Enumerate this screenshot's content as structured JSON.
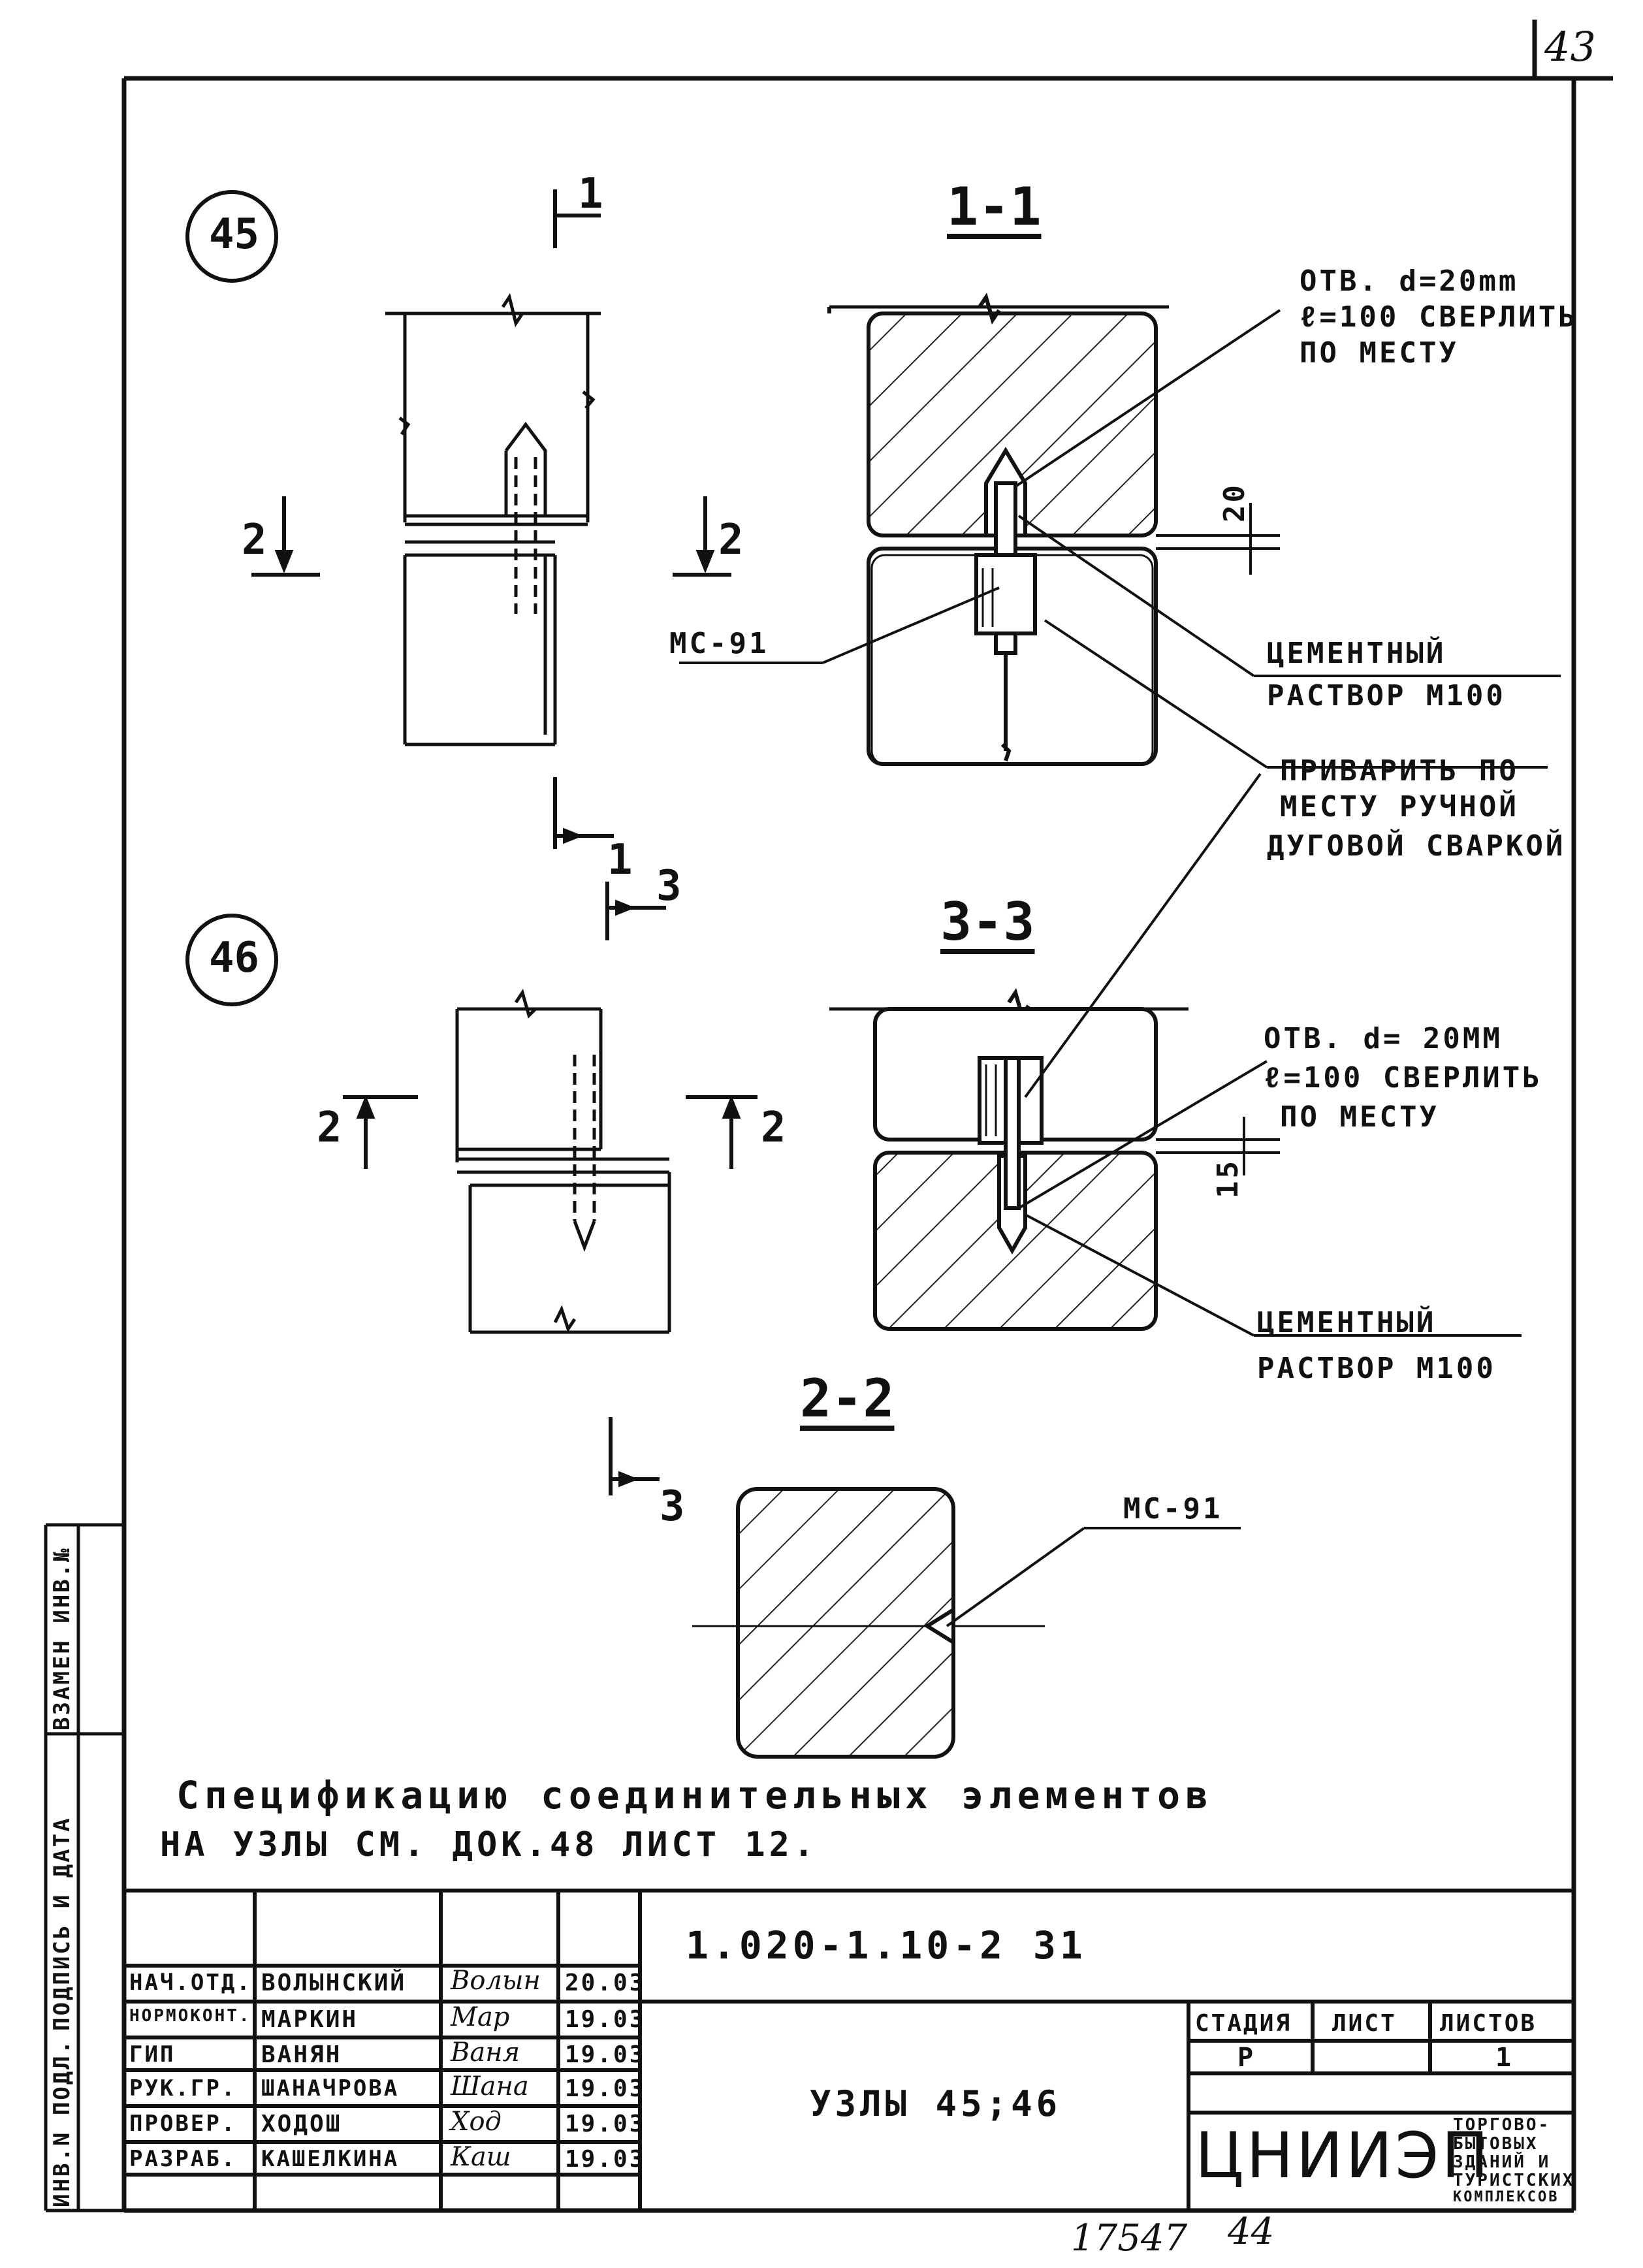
{
  "sheet": {
    "page_number": "43",
    "bottom_numbers": [
      "17547",
      "44"
    ]
  },
  "nodes": {
    "node45": "45",
    "node46": "46"
  },
  "cuts": {
    "c1_top": "1",
    "c1_bottom": "1",
    "c2_left_45": "2",
    "c2_right_45": "2",
    "c2_left_46": "2",
    "c2_right_46": "2",
    "c3_top": "3",
    "c3_bottom": "3"
  },
  "sections": {
    "s11": "1-1",
    "s33": "3-3",
    "s22": "2-2"
  },
  "annotations": {
    "hole1_l1": "ОТВ. d=20mm",
    "hole1_l2": "ℓ=100 СВЕРЛИТЬ",
    "hole1_l3": "ПО МЕСТУ",
    "dim20": "20",
    "mc91_a": "МС-91",
    "cement1_l1": "ЦЕМЕНТНЫЙ",
    "cement1_l2": "РАСТВОР М100",
    "weld_l1": "ПРИВАРИТЬ ПО",
    "weld_l2": "МЕСТУ РУЧНОЙ",
    "weld_l3": "ДУГОВОЙ СВАРКОЙ",
    "hole2_l1": "ОТВ. d= 20ММ",
    "hole2_l2": "ℓ=100 СВЕРЛИТЬ",
    "hole2_l3": "ПО МЕСТУ",
    "dim15": "15",
    "cement2_l1": "ЦЕМЕНТНЫЙ",
    "cement2_l2": "РАСТВОР М100",
    "mc91_b": "МС-91"
  },
  "spec_note": {
    "line1": "Спецификацию соединительных элементов",
    "line2": "НА УЗЛЫ СМ. ДОК.48 ЛИСТ 12."
  },
  "side_stamp": {
    "col1": "ИНВ.N ПОДЛ.",
    "col2": "ПОДПИСЬ И ДАТА",
    "col3": "ВЗАМЕН ИНВ.№"
  },
  "title_block": {
    "doc_code": "1.020-1.10-2  31",
    "title": "УЗЛЫ 45;46",
    "stage_header": "СТАДИЯ",
    "sheet_header": "ЛИСТ",
    "sheets_header": "ЛИСТОВ",
    "stage_value": "Р",
    "sheet_value": "",
    "sheets_value": "1",
    "org_name": "ЦНИИЭП",
    "org_sub1": "ТОРГОВО-",
    "org_sub2": "БЫТОВЫХ",
    "org_sub3": "ЗДАНИЙ И",
    "org_sub4": "ТУРИСТСКИХ",
    "org_sub5": "КОМПЛЕКСОВ",
    "rows": [
      {
        "role": "НАЧ.ОТД.",
        "name": "ВОЛЫНСКИЙ",
        "sign": "Волын",
        "date": "20.03"
      },
      {
        "role": "НОРМОКОНТ.",
        "name": "МАРКИН",
        "sign": "Мар",
        "date": "19.03"
      },
      {
        "role": "ГИП",
        "name": "ВАНЯН",
        "sign": "Ваня",
        "date": "19.03"
      },
      {
        "role": "РУК.ГР.",
        "name": "ШАНАЧРОВА",
        "sign": "Шана",
        "date": "19.03"
      },
      {
        "role": "ПРОВЕР.",
        "name": "ХОДОШ",
        "sign": "Ход",
        "date": "19.03"
      },
      {
        "role": "РАЗРАБ.",
        "name": "КАШЕЛКИНА",
        "sign": "Каш",
        "date": "19.03"
      }
    ]
  }
}
